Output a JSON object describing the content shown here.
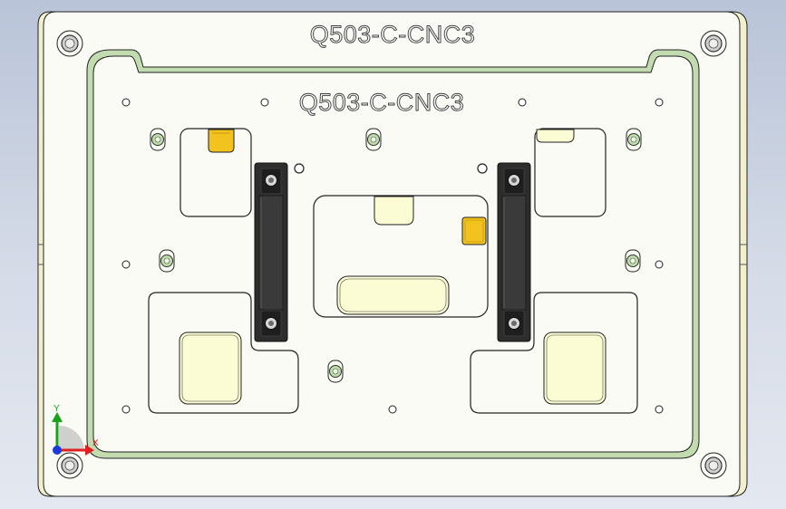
{
  "viewport": {
    "background_top": "#b9c4d8",
    "background_bottom": "#e4e8f0"
  },
  "model": {
    "outer_engraving": "Q503-C-CNC3",
    "inner_engraving": "Q503-C-CNC3"
  },
  "triad": {
    "y_label": "Y",
    "x_label": "X",
    "y_color": "#1aa31a",
    "x_color": "#e02020",
    "z_color": "#1a3ae0"
  },
  "colors": {
    "plate_face": "#fbfbf6",
    "pocket_fill": "#fbfbd4",
    "yellow_pad": "#f2c21e",
    "green_edge": "#b9d9a8",
    "clamp_dark": "#2d2d2d",
    "pin_green": "#bde0a8"
  }
}
